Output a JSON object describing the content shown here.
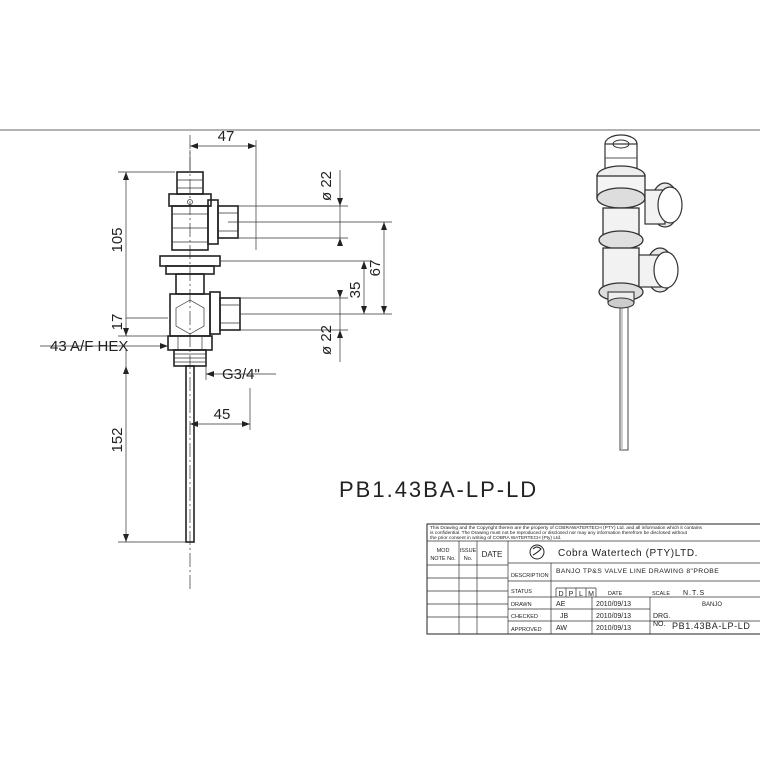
{
  "dimensions": {
    "width_top": "47",
    "height_upper": "105",
    "dia_top": "ø 22",
    "total_right": "67",
    "mid_right": "35",
    "small_left": "17",
    "dia_bottom": "ø 22",
    "hex": "43 A/F HEX",
    "thread": "G3/4\"",
    "probe_offset": "45",
    "probe_length": "152"
  },
  "part_number": "PB1.43BA-LP-LD",
  "title_block": {
    "disclaimer_1": "This Drawing and the Copyright therein are the property of COBRAWATERTECH (PTY) Ltd. and all information which it contains",
    "disclaimer_2": "is confidential. The Drawing must not be reproduced or disclosed nor may any information therefrom be disclosed without",
    "disclaimer_3": "the prior consent in writing of COBRA WATERTECH (Pty) Ltd.",
    "mod_note_1": "MOD",
    "mod_note_2": "NOTE No.",
    "issue_1": "ISSUE",
    "issue_2": "No.",
    "date_col": "DATE",
    "company": "Cobra Watertech (PTY)LTD.",
    "description_label": "DESCRIPTION",
    "description": "BANJO TP&S VALVE LINE DRAWING 8\"PROBE",
    "status_label": "STATUS",
    "status_letters": [
      "D",
      "P",
      "L",
      "M"
    ],
    "date_label": "DATE",
    "scale_label": "SCALE",
    "scale_value": "N.T.S",
    "drawn_label": "DRAWN",
    "drawn_by": "AE",
    "drawn_date": "2010/09/13",
    "banjo": "BANJO",
    "checked_label": "CHECKED",
    "checked_by": "JB",
    "checked_date": "2010/09/13",
    "dwg_label": "DRG.",
    "approved_label": "APPROVED",
    "approved_by": "AW",
    "approved_date": "2010/09/13",
    "no_label": "NO.",
    "drawing_no": "PB1.43BA-LP-LD"
  }
}
